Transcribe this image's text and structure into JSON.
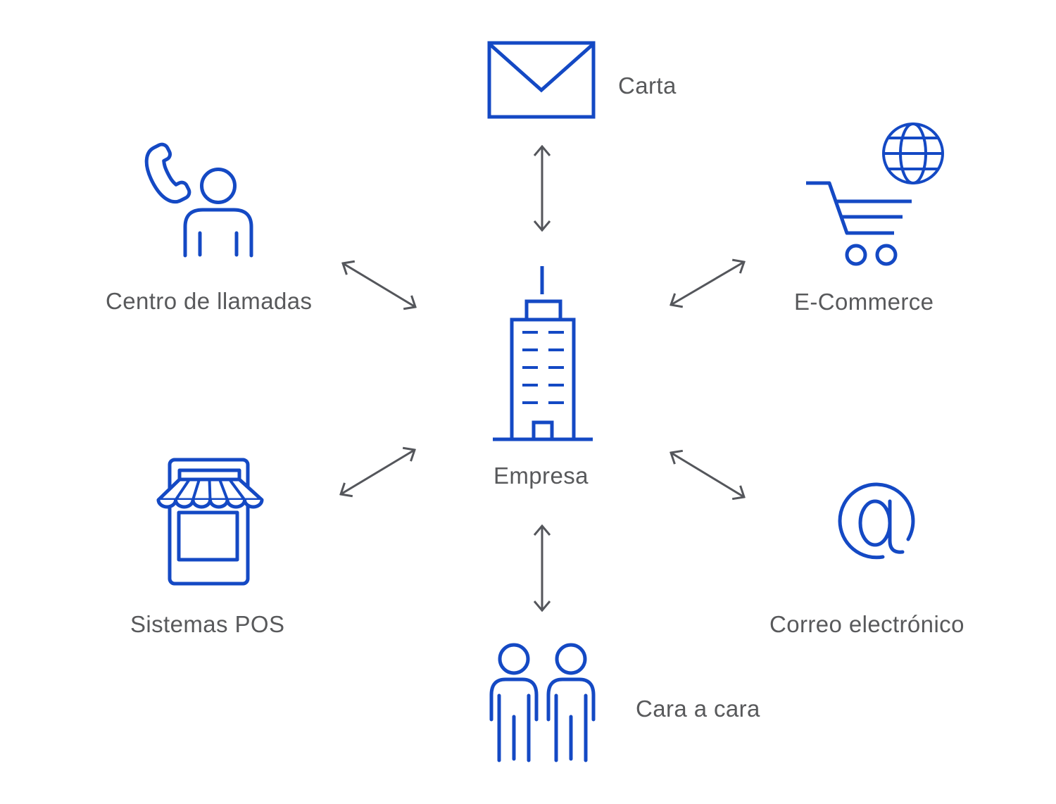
{
  "diagram": {
    "center": {
      "id": "empresa",
      "label": "Empresa",
      "icon": "office-building-icon"
    },
    "nodes": [
      {
        "id": "carta",
        "label": "Carta",
        "icon": "envelope-icon"
      },
      {
        "id": "e-commerce",
        "label": "E-Commerce",
        "icon": "cart-globe-icon"
      },
      {
        "id": "correo-electronico",
        "label": "Correo electrónico",
        "icon": "at-sign-icon"
      },
      {
        "id": "cara-a-cara",
        "label": "Cara a cara",
        "icon": "two-people-icon"
      },
      {
        "id": "sistemas-pos",
        "label": "Sistemas POS",
        "icon": "storefront-icon"
      },
      {
        "id": "centro-de-llamadas",
        "label": "Centro de llamadas",
        "icon": "phone-agent-icon"
      }
    ],
    "connections": [
      {
        "from": "empresa",
        "to": "carta",
        "style": "double-arrow"
      },
      {
        "from": "empresa",
        "to": "e-commerce",
        "style": "double-arrow"
      },
      {
        "from": "empresa",
        "to": "correo-electronico",
        "style": "double-arrow"
      },
      {
        "from": "empresa",
        "to": "cara-a-cara",
        "style": "double-arrow"
      },
      {
        "from": "empresa",
        "to": "sistemas-pos",
        "style": "double-arrow"
      },
      {
        "from": "empresa",
        "to": "centro-de-llamadas",
        "style": "double-arrow"
      }
    ],
    "colors": {
      "icon_blue": "#1449C4",
      "text_gray": "#58595B",
      "arrow_gray": "#54565B",
      "background": "#FFFFFF"
    }
  }
}
